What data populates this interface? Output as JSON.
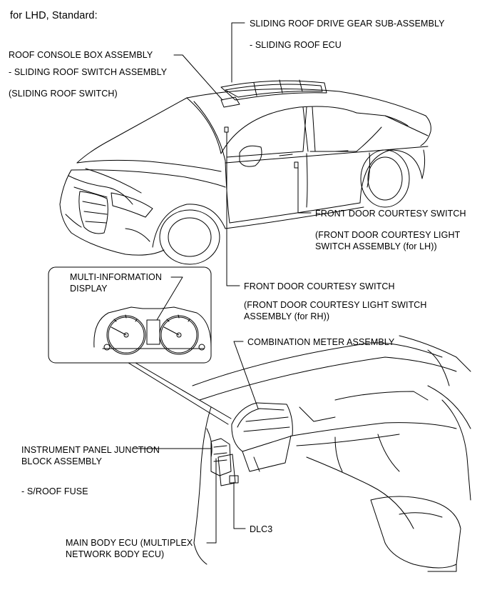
{
  "caption": "for LHD, Standard:",
  "labels": {
    "sliding_roof_drive_gear": "SLIDING ROOF DRIVE GEAR SUB-ASSEMBLY",
    "sliding_roof_ecu": "- SLIDING ROOF ECU",
    "roof_console_box": "ROOF CONSOLE BOX ASSEMBLY",
    "sliding_roof_switch_assy": "- SLIDING ROOF SWITCH ASSEMBLY",
    "sliding_roof_switch": "(SLIDING ROOF SWITCH)",
    "front_door_courtesy_lh": "FRONT DOOR COURTESY SWITCH",
    "front_door_courtesy_lh_sub1": "(FRONT DOOR COURTESY LIGHT",
    "front_door_courtesy_lh_sub2": "SWITCH ASSEMBLY (for LH))",
    "multi_info_display_1": "MULTI-INFORMATION",
    "multi_info_display_2": "DISPLAY",
    "front_door_courtesy_rh": "FRONT DOOR COURTESY SWITCH",
    "front_door_courtesy_rh_sub1": "(FRONT DOOR COURTESY LIGHT SWITCH",
    "front_door_courtesy_rh_sub2": "ASSEMBLY (for RH))",
    "combination_meter": "COMBINATION METER ASSEMBLY",
    "instrument_panel_jb_1": "INSTRUMENT PANEL JUNCTION",
    "instrument_panel_jb_2": "BLOCK ASSEMBLY",
    "sroof_fuse": "- S/ROOF FUSE",
    "dlc3": "DLC3",
    "main_body_ecu_1": "MAIN BODY ECU (MULTIPLEX",
    "main_body_ecu_2": "NETWORK BODY ECU)"
  },
  "colors": {
    "line": "#000000",
    "background": "#ffffff"
  }
}
